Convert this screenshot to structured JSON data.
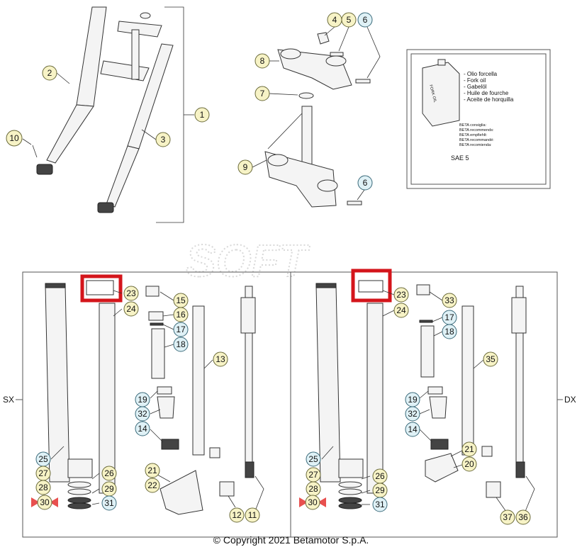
{
  "oil_box": {
    "lines": [
      "- Olio forcella",
      "- Fork oil",
      "- Gabelöl",
      "- Huile de fourche",
      "- Aceite de horquilla"
    ],
    "can_label": "FORK OIL",
    "beta_lines": [
      "BETA consiglia:",
      "BETA recommends:",
      "BETA empfiehlt:",
      "BETA recommandé:",
      "BETA recomienda:"
    ],
    "grade": "SAE 5"
  },
  "side_left": "SX",
  "side_right": "DX",
  "watermark": "SOFT",
  "copyright": "© Copyright 2021 Betamotor S.p.A.",
  "callouts": {
    "c1": "1",
    "c2": "2",
    "c3": "3",
    "c4": "4",
    "c5": "5",
    "c6a": "6",
    "c6b": "6",
    "c7": "7",
    "c8": "8",
    "c9": "9",
    "c10": "10",
    "l23": "23",
    "l24": "24",
    "l15": "15",
    "l16": "16",
    "l17": "17",
    "l18": "18",
    "l13": "13",
    "l19": "19",
    "l32": "32",
    "l14": "14",
    "l25": "25",
    "l27": "27",
    "l26": "26",
    "l28": "28",
    "l29": "29",
    "l30": "30",
    "l31": "31",
    "l21": "21",
    "l22": "22",
    "l12": "12",
    "l11": "11",
    "r23": "23",
    "r24": "24",
    "r33": "33",
    "r17": "17",
    "r18": "18",
    "r35": "35",
    "r19": "19",
    "r32": "32",
    "r14": "14",
    "r21": "21",
    "r20": "20",
    "r25": "25",
    "r27": "27",
    "r26": "26",
    "r28": "28",
    "r29": "29",
    "r30": "30",
    "r31": "31",
    "r37": "37",
    "r36": "36"
  },
  "colors": {
    "yellow_callout": "#f7f3c6",
    "cyan_callout": "#dff1f6",
    "highlight": "#d4151b",
    "marker": "#e8504f"
  }
}
